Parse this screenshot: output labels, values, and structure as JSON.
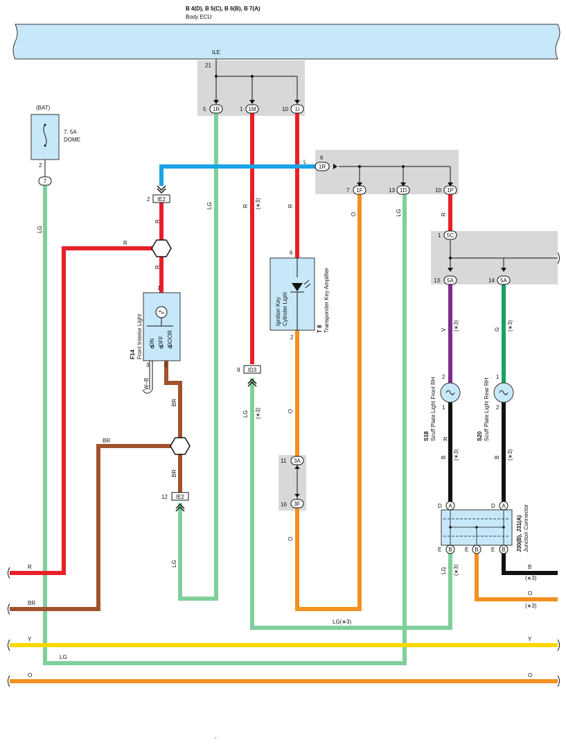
{
  "header": {
    "ecu_codes": "B 4(D), B 5(C), B 6(B), B 7(A)",
    "ecu_name": "Body ECU"
  },
  "labels": {
    "ile": "ILE",
    "bat": "(BAT)",
    "fuse_rating": "7. 5A",
    "fuse_name": "DOME",
    "f14_code": "F14",
    "f14_name": "Front Interior Light",
    "sw_on": "ON",
    "sw_off": "OFF",
    "sw_door": "DOOR",
    "t8_code": "T 8",
    "t8_name": "Transponder Key Amplifier",
    "key_light_1": "Ignition Key",
    "key_light_2": "Cylinder Light",
    "s18_code": "S18",
    "s18_name": "Scuff Plate Light Front RH",
    "s20_code": "S20",
    "s20_name": "Scuff Plate Light Rear RH",
    "jc_code": "J30(B), J31(A)",
    "jc_name": "Junction Connector",
    "star3": "(∗3)",
    "lg_star3": "LG(∗3)",
    "bottom_mark": "-"
  },
  "connectors": {
    "c1R": "1R",
    "c1M": "1M",
    "c1I": "1I",
    "c1R2": "1R",
    "c1F": "1F",
    "c1D": "1D",
    "c1P": "1P",
    "c5C": "5C",
    "c5A": "5A",
    "c5A2": "5A",
    "c7": "7",
    "cIE2": "IE2",
    "cIE2b": "IE2",
    "cID3": "ID3",
    "c3A": "3A",
    "c3F": "3F",
    "cA": "A",
    "cA2": "A",
    "cB": "B",
    "cB2": "B",
    "cB3": "B"
  },
  "pins": {
    "p21": "21",
    "p5": "5",
    "p1": "1",
    "p10": "10",
    "p6": "6",
    "p7": "7",
    "p13": "13",
    "p10b": "10",
    "p1c": "1",
    "p13b": "13",
    "p14": "14",
    "p2bat": "2",
    "p2ie": "2",
    "p1f": "1",
    "p3": "3",
    "p2f": "2",
    "p12": "12",
    "p9": "9",
    "p6t": "6",
    "p2t": "2",
    "p11": "11",
    "p16": "16",
    "p2s18": "2",
    "p1s18": "1",
    "p1s20": "1",
    "p2s20": "2",
    "pD1": "D",
    "pD2": "D",
    "pE1": "E",
    "pE2": "E",
    "pE3": "E"
  },
  "wires": {
    "R": "R",
    "LG": "LG",
    "L": "L",
    "O": "O",
    "BR": "BR",
    "V": "V",
    "G": "G",
    "B": "B",
    "Y": "Y",
    "WB": "W–B"
  },
  "colors": {
    "ecu_fill": "#c7e8f8",
    "gray_box": "#d8d8d8",
    "red": "#e8202a",
    "light_green": "#7fcf9a",
    "blue": "#1aa3e6",
    "orange": "#f39021",
    "brown": "#a0522d",
    "purple": "#7b2d8e",
    "green": "#1aa060",
    "black": "#111111",
    "yellow": "#ffd700"
  }
}
